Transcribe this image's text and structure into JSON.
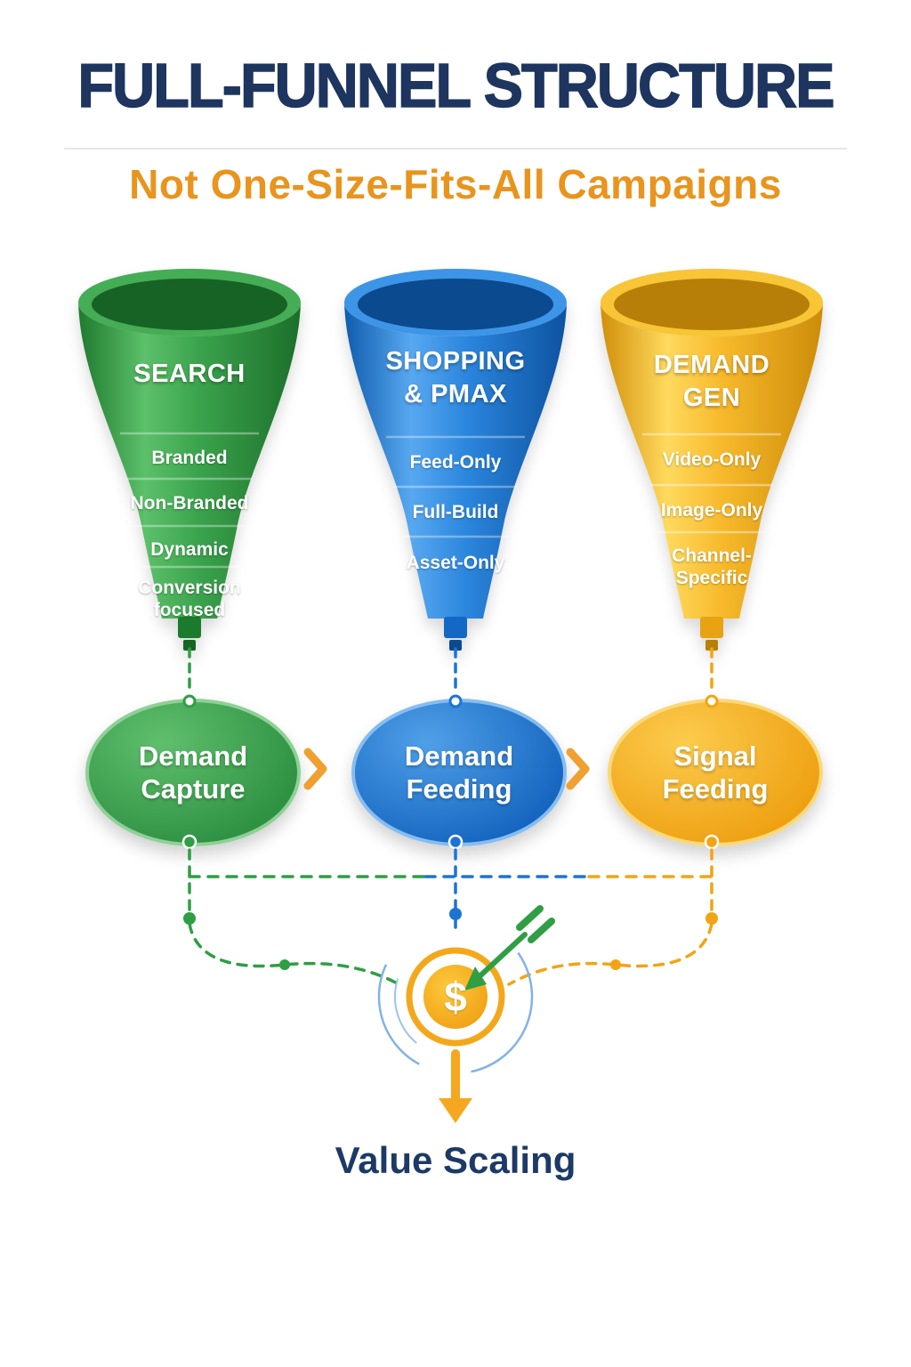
{
  "header": {
    "title": "FULL-FUNNEL STRUCTURE",
    "subtitle": "Not One-Size-Fits-All Campaigns"
  },
  "funnels": [
    {
      "name": "search",
      "title_lines": [
        "SEARCH"
      ],
      "items": [
        "Branded",
        "Non-Branded",
        "Dynamic",
        "Conversion focused"
      ],
      "color": "#2f9e44"
    },
    {
      "name": "shopping-pmax",
      "title_lines": [
        "SHOPPING",
        "& PMAX"
      ],
      "items": [
        "Feed-Only",
        "Full-Build",
        "Asset-Only"
      ],
      "color": "#1b74d4"
    },
    {
      "name": "demand-gen",
      "title_lines": [
        "DEMAND",
        "GEN"
      ],
      "items": [
        "Video-Only",
        "Image-Only",
        "Channel-Specific"
      ],
      "color": "#f2a414"
    }
  ],
  "stages": [
    {
      "name": "demand-capture",
      "lines": [
        "Demand",
        "Capture"
      ]
    },
    {
      "name": "demand-feeding",
      "lines": [
        "Demand",
        "Feeding"
      ]
    },
    {
      "name": "signal-feeding",
      "lines": [
        "Signal",
        "Feeding"
      ]
    }
  ],
  "target": {
    "dollar_symbol": "$"
  },
  "footer": {
    "label": "Value Scaling"
  },
  "colors": {
    "title_navy": "#1d355f",
    "subtitle_orange": "#e8941d",
    "green": "#2f9e44",
    "blue": "#1b74d4",
    "yellow": "#f2a414",
    "arrow_orange": "#f0a030"
  }
}
